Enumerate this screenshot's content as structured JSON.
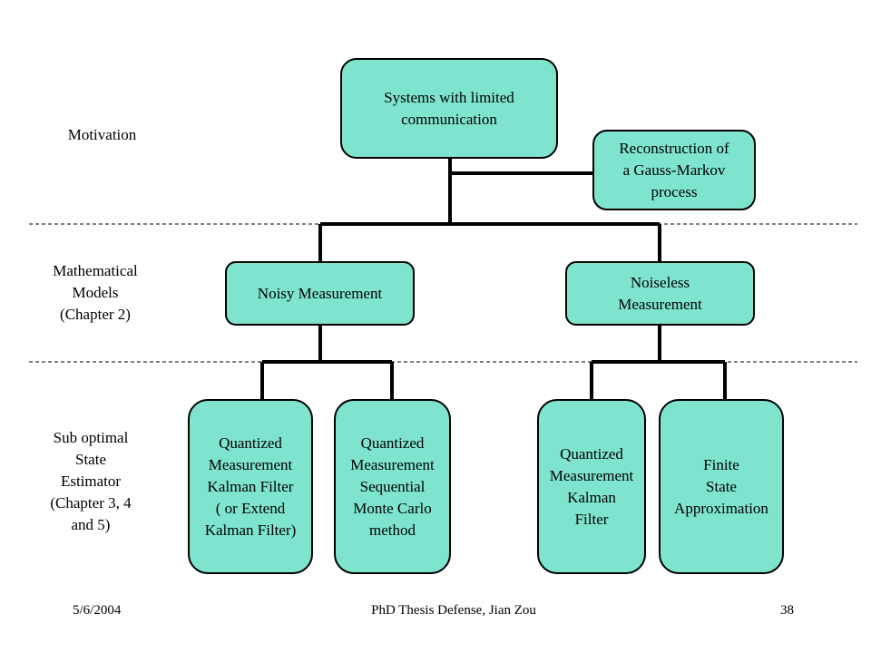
{
  "labels": {
    "motivation": "Motivation",
    "models": "Mathematical\nModels\n(Chapter 2)",
    "estimator": "Sub optimal\nState\n Estimator\n(Chapter 3, 4\nand 5)"
  },
  "nodes": {
    "root": "Systems with limited\ncommunication",
    "reconstruction": "Reconstruction of\na Gauss-Markov\n process",
    "noisy": "Noisy Measurement",
    "noiseless": "Noiseless\nMeasurement",
    "qmkf_extended": "Quantized\nMeasurement\nKalman Filter\n( or Extend\nKalman Filter)",
    "qm_smc": "Quantized\nMeasurement\n Sequential\n Monte Carlo\nmethod",
    "qm_kf": "Quantized\nMeasurement\nKalman\nFilter",
    "finite_state": "Finite\nState\nApproximation"
  },
  "footer": {
    "date": "5/6/2004",
    "title": "PhD Thesis Defense, Jian Zou",
    "page": "38"
  },
  "colors": {
    "box_fill": "#7fe4cd"
  }
}
